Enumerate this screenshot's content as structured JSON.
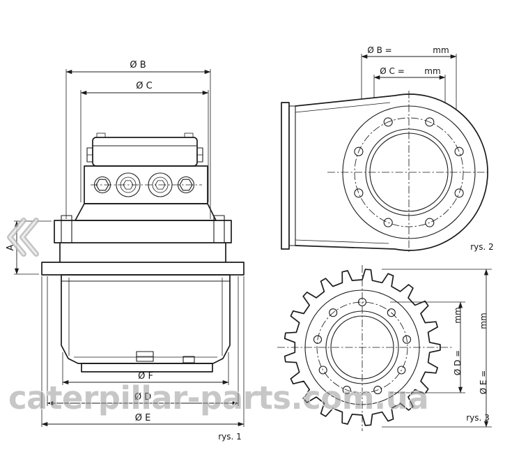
{
  "figure1": {
    "caption": "rys. 1",
    "dim_b": "Ø B",
    "dim_c": "Ø C",
    "dim_a": "A",
    "dim_f": "Ø F",
    "dim_d": "Ø D",
    "dim_e": "Ø E"
  },
  "figure2": {
    "caption": "rys. 2",
    "dim_b_label": "Ø B =",
    "dim_b_unit": "mm",
    "dim_c_label": "Ø C =",
    "dim_c_unit": "mm"
  },
  "figure3": {
    "caption": "rys. 3",
    "dim_d_label": "Ø D =",
    "dim_d_unit": "mm",
    "dim_e_label": "Ø E =",
    "dim_e_unit": "mm"
  },
  "watermark": "caterpillar-parts.com.ua",
  "colors": {
    "line": "#1b1b1b",
    "watermark": "#8f8f8f"
  }
}
